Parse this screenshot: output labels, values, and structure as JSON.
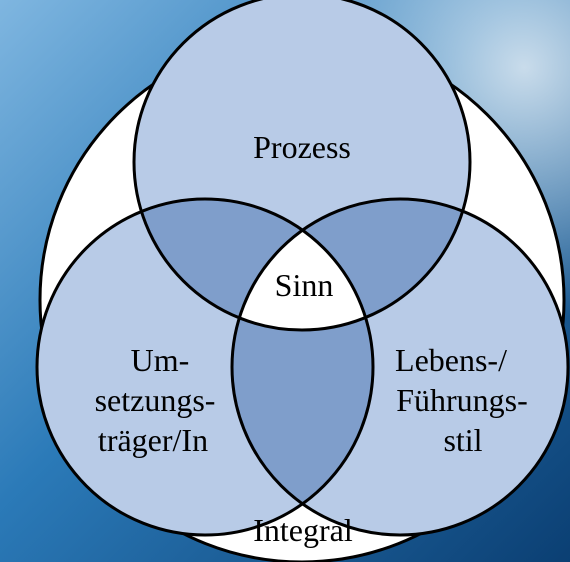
{
  "diagram": {
    "outer": {
      "label": "Integral"
    },
    "circles": {
      "top": {
        "label": "Prozess"
      },
      "left": {
        "lines": [
          "Um-",
          "setzungs-",
          "träger/In"
        ]
      },
      "right": {
        "lines": [
          "Lebens-/",
          "Führungs-",
          "stil"
        ]
      }
    },
    "center": {
      "label": "Sinn"
    }
  },
  "colors": {
    "background_top": "#6aa6d6",
    "background_bottom": "#0f4d86",
    "outer_fill": "#ffffff",
    "circle_fill": "#b8cbe7",
    "overlap_fill": "#7f9ecb",
    "center_fill": "#ffffff",
    "stroke": "#000000"
  }
}
